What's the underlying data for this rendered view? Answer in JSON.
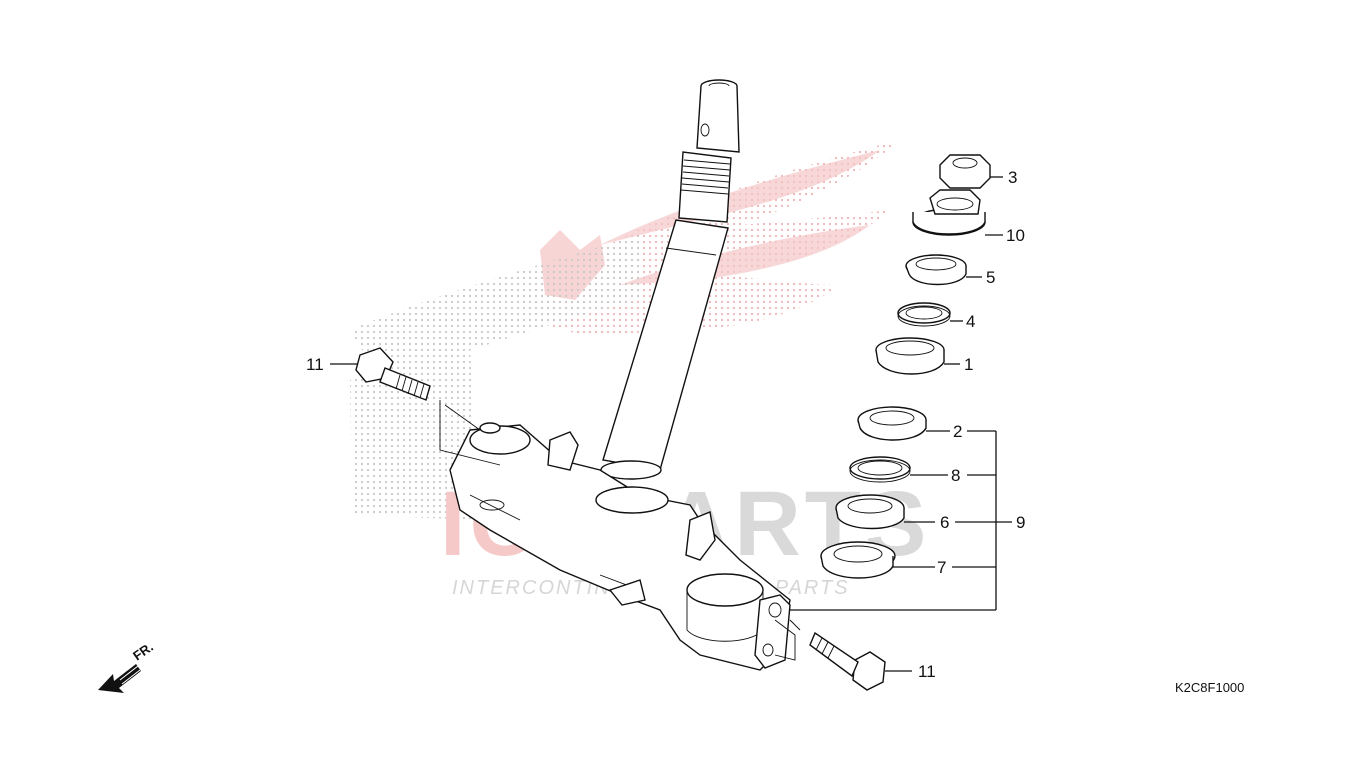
{
  "callouts": {
    "c1": "1",
    "c2": "2",
    "c3": "3",
    "c4": "4",
    "c5": "5",
    "c6": "6",
    "c7": "7",
    "c8": "8",
    "c9": "9",
    "c10": "10",
    "c11_top": "11",
    "c11_bottom": "11"
  },
  "front_marker": "FR.",
  "diagram_code": "K2C8F1000",
  "watermark": {
    "brand_prefix": "ICS",
    "brand_suffix": "PARTS",
    "tagline": "INTERCONTINENTAL SPARE PARTS",
    "wing_color": "#f4c6c6",
    "text_color": "#d9d9d9"
  }
}
